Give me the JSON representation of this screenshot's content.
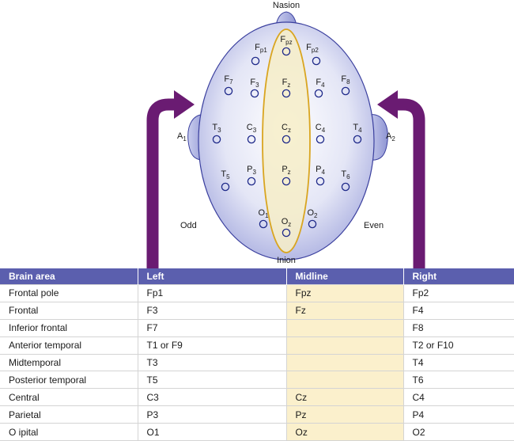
{
  "head_labels": {
    "nasion": "Nasion",
    "inion": "Inion",
    "odd": "Odd",
    "even": "Even",
    "left_ear": {
      "base": "A",
      "sub": "1"
    },
    "right_ear": {
      "base": "A",
      "sub": "2"
    }
  },
  "electrodes": [
    {
      "id": "fpz",
      "base": "F",
      "sub": "pz"
    },
    {
      "id": "fp1",
      "base": "F",
      "sub": "p1"
    },
    {
      "id": "fp2",
      "base": "F",
      "sub": "p2"
    },
    {
      "id": "f7",
      "base": "F",
      "sub": "7"
    },
    {
      "id": "f3",
      "base": "F",
      "sub": "3"
    },
    {
      "id": "fz",
      "base": "F",
      "sub": "z"
    },
    {
      "id": "f4",
      "base": "F",
      "sub": "4"
    },
    {
      "id": "f8",
      "base": "F",
      "sub": "8"
    },
    {
      "id": "t3",
      "base": "T",
      "sub": "3"
    },
    {
      "id": "c3",
      "base": "C",
      "sub": "3"
    },
    {
      "id": "cz",
      "base": "C",
      "sub": "z"
    },
    {
      "id": "c4",
      "base": "C",
      "sub": "4"
    },
    {
      "id": "t4",
      "base": "T",
      "sub": "4"
    },
    {
      "id": "t5",
      "base": "T",
      "sub": "5"
    },
    {
      "id": "p3",
      "base": "P",
      "sub": "3"
    },
    {
      "id": "pz",
      "base": "P",
      "sub": "z"
    },
    {
      "id": "p4",
      "base": "P",
      "sub": "4"
    },
    {
      "id": "t6",
      "base": "T",
      "sub": "6"
    },
    {
      "id": "o1",
      "base": "O",
      "sub": "1"
    },
    {
      "id": "oz",
      "base": "O",
      "sub": "z"
    },
    {
      "id": "o2",
      "base": "O",
      "sub": "2"
    }
  ],
  "table": {
    "headers": [
      "Brain area",
      "Left",
      "Midline",
      "Right"
    ],
    "rows": [
      [
        "Frontal pole",
        "Fp1",
        "Fpz",
        "Fp2"
      ],
      [
        "Frontal",
        "F3",
        "Fz",
        "F4"
      ],
      [
        "Inferior frontal",
        "F7",
        "",
        "F8"
      ],
      [
        "Anterior temporal",
        "T1 or F9",
        "",
        "T2 or F10"
      ],
      [
        "Midtemporal",
        "T3",
        "",
        "T4"
      ],
      [
        "Posterior temporal",
        "T5",
        "",
        "T6"
      ],
      [
        "Central",
        "C3",
        "Cz",
        "C4"
      ],
      [
        "Parietal",
        "P3",
        "Pz",
        "P4"
      ],
      [
        "O  ipital",
        "O1",
        "Oz",
        "O2"
      ]
    ]
  },
  "colors": {
    "header_bg": "#5b5fae",
    "midline_bg": "#fbf0cc",
    "arrow": "#6a1b72",
    "head_stroke": "#3a3f9e",
    "midline_stroke": "#d9a520"
  }
}
